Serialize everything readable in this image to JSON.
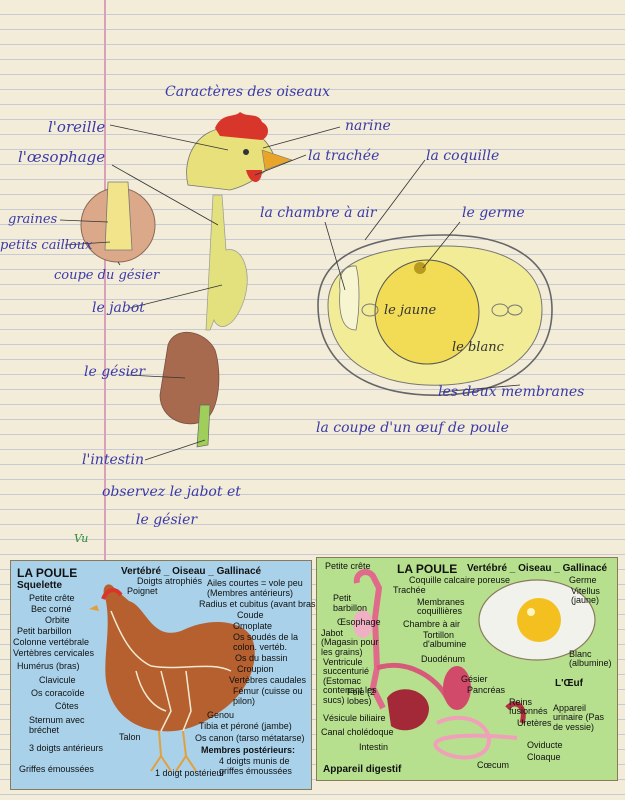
{
  "notebook": {
    "title": "Caractères des oiseaux",
    "labels": {
      "oreille": "l'oreille",
      "narine": "narine",
      "oesophage": "l'œsophage",
      "trachee": "la trachée",
      "coquille": "la coquille",
      "graines": "graines",
      "cailloux": "petits cailloux",
      "chambre": "la chambre à air",
      "germe": "le germe",
      "coupe_gesier": "coupe du gésier",
      "jabot": "le jabot",
      "jaune": "le jaune",
      "blanc": "le blanc",
      "gesier": "le gésier",
      "membranes": "les deux membranes",
      "coupe_oeuf": "la coupe d'un œuf de poule",
      "intestin": "l'intestin",
      "observez1": "observez le jabot et",
      "observez2": "le gésier",
      "vu": "Vu"
    }
  },
  "colors": {
    "ink": "#3b3aa8",
    "card_left": "#a9d2ea",
    "card_right": "#b6e08e",
    "comb": "#d8352b",
    "yolk": "#f4d23a"
  },
  "card_left": {
    "title": "LA POULE",
    "subtitle": "Squelette",
    "header": "Vertébré _ Oiseau _ Gallinacé",
    "labels": [
      "Petite crête",
      "Bec corné",
      "Orbite",
      "Petit barbillon",
      "Colonne vertébrale",
      "Vertèbres cervicales",
      "Humérus (bras)",
      "Clavicule",
      "Os coracoïde",
      "Côtes",
      "Sternum avec bréchet",
      "3 doigts antérieurs",
      "Griffes émoussées",
      "Doigts atrophiés",
      "Poignet",
      "Ailes courtes = vole peu",
      "(Membres antérieurs)",
      "Radius et cubitus (avant bras)",
      "Coude",
      "Omoplate",
      "Os soudés de la colon. vertéb.",
      "Os du bassin",
      "Croupion",
      "Vertèbres caudales",
      "Fémur (cuisse ou pilon)",
      "Genou",
      "Tibia et péroné (jambe)",
      "Talon",
      "Os canon (tarso métatarse)",
      "Membres postérieurs:",
      "4 doigts munis de griffes émoussées",
      "1 doigt postérieur"
    ]
  },
  "card_right": {
    "title": "LA POULE",
    "header": "Vertébré _ Oiseau _ Gallinacé",
    "labels": [
      "Petite crête",
      "Coquille calcaire poreuse",
      "Trachée",
      "Petit barbillon",
      "Œsophage",
      "Jabot (Magasin pour les grains)",
      "Membranes coquillières",
      "Chambre à air",
      "Tortillon d'albumine",
      "Duodénum",
      "Ventricule succenturié (Estomac contenant les sucs)",
      "Gésier",
      "Pancréas",
      "Foie (2 lobes)",
      "Vésicule biliaire",
      "Canal cholédoque",
      "Intestin",
      "Reins fusionnés",
      "Uretères",
      "Appareil urinaire (Pas de vessie)",
      "Oviducte",
      "Cloaque",
      "Cœcum",
      "Appareil digestif",
      "Germe",
      "Vitellus (jaune)",
      "Blanc (albumine)",
      "L'Œuf"
    ]
  }
}
